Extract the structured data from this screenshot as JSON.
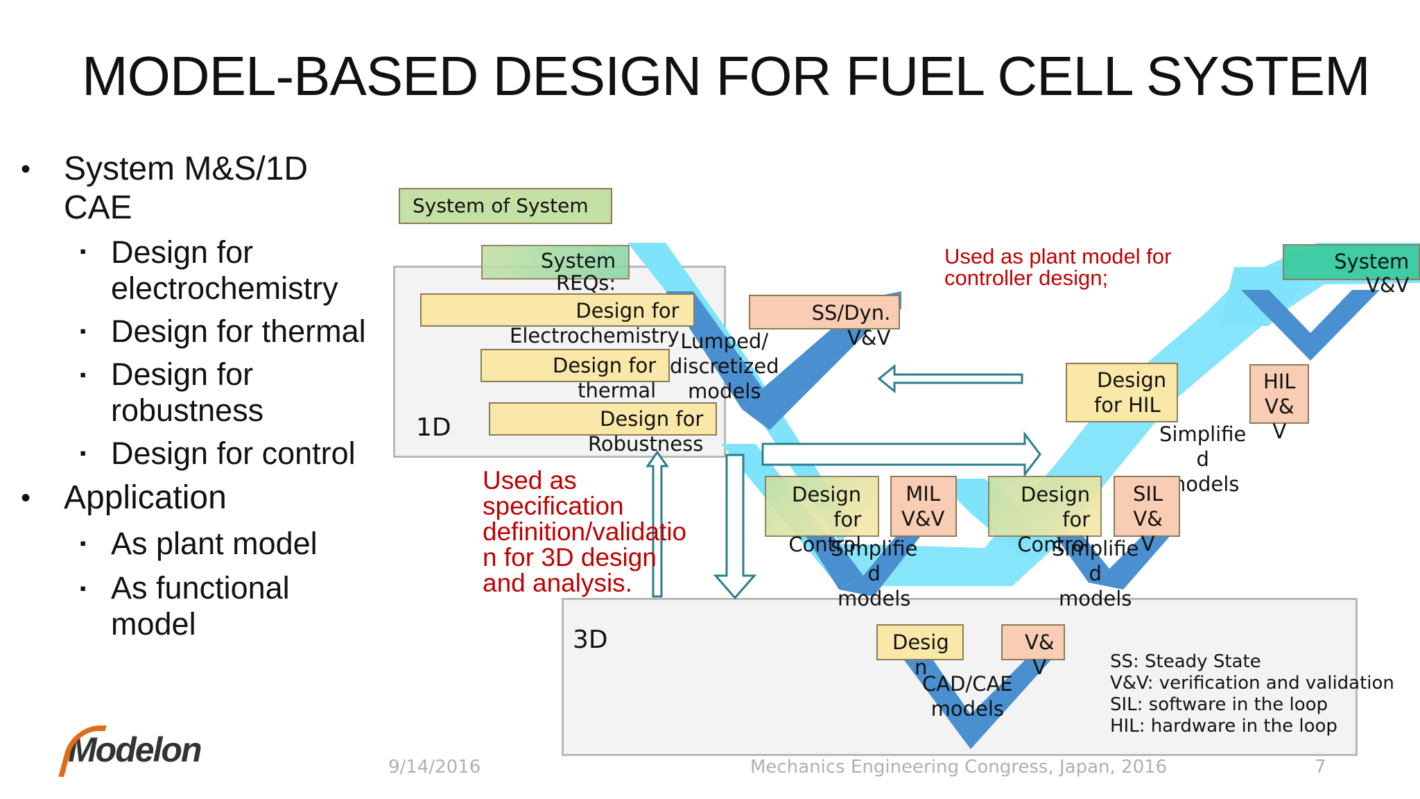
{
  "title": "MODEL-BASED DESIGN FOR FUEL CELL SYSTEM",
  "bullets": {
    "b1_line1": "System M&S/1D",
    "b1_line2": "CAE",
    "sub1": [
      {
        "l1": "Design for",
        "l2": "electrochemistry"
      },
      {
        "l1": "Design for thermal",
        "l2": ""
      },
      {
        "l1": "Design for",
        "l2": "robustness"
      },
      {
        "l1": "Design for control",
        "l2": ""
      }
    ],
    "b2": "Application",
    "sub2": [
      {
        "l1": "As plant model",
        "l2": ""
      },
      {
        "l1": "As functional",
        "l2": "model"
      }
    ],
    "bullet_glyph": "•",
    "square_glyph": "▪"
  },
  "diagram": {
    "sos": "System of System",
    "sys_reqs_1": "System",
    "sys_reqs_2": "REQs:",
    "des_electro_1": "Design for",
    "des_electro_2": "Electrochemistry",
    "des_thermal_1": "Design for",
    "des_thermal_2": "thermal",
    "des_robust_1": "Design for",
    "des_robust_2": "Robustness",
    "lumped_1": "Lumped/",
    "lumped_2": "discretized",
    "lumped_3": "models",
    "ss_dyn_1": "SS/Dyn.",
    "ss_dyn_2": "V&V",
    "label_1d": "1D",
    "label_3d": "3D",
    "used_plant_1": "Used as plant model for",
    "used_plant_2": "controller design;",
    "system_vv_1": "System",
    "system_vv_2": "V&V",
    "design_hil_1": "Design",
    "design_hil_2": "for HIL",
    "hil_vv_1": "HIL",
    "hil_vv_2": "V&",
    "hil_vv_3": "V",
    "simp_r_1": "Simplifie",
    "simp_r_2": "d",
    "simp_r_3": "models",
    "used_spec_1": "Used as",
    "used_spec_2": "specification",
    "used_spec_3": "definition/validatio",
    "used_spec_4": "n for 3D design",
    "used_spec_5": "and analysis.",
    "dc1_1": "Design",
    "dc1_2": "for",
    "dc1_3": "Control",
    "mil_1": "MIL",
    "mil_2": "V&V",
    "simp1_1": "Simplifie",
    "simp1_2": "d",
    "simp1_3": "models",
    "dc2_1": "Design",
    "dc2_2": "for",
    "dc2_3": "Control",
    "sil_1": "SIL",
    "sil_2": "V&",
    "sil_3": "V",
    "simp2_1": "Simplifie",
    "simp2_2": "d",
    "simp2_3": "models",
    "desig_1": "Desig",
    "desig_2": "n",
    "vv3d_1": "V&",
    "vv3d_2": "V",
    "cad_1": "CAD/CAE",
    "cad_2": "models",
    "legend": [
      "SS: Steady State",
      "V&V: verification and validation",
      "SIL: software in the loop",
      "HIL: hardware in the loop"
    ]
  },
  "footer": {
    "logo": "Modelon",
    "date": "9/14/2016",
    "event": "Mechanics Engineering Congress, Japan, 2016",
    "page": "7"
  },
  "colors": {
    "light_v": "#7fe3fb",
    "dark_v": "#4a8fd0",
    "teal_arrow": "#2a7d8c",
    "red_text": "#c00000",
    "green_box": "#c5e0a5",
    "yellow_box": "#fae8a8",
    "peach_box": "#f8cdb3",
    "system_vv_box": "#3dcba0"
  }
}
